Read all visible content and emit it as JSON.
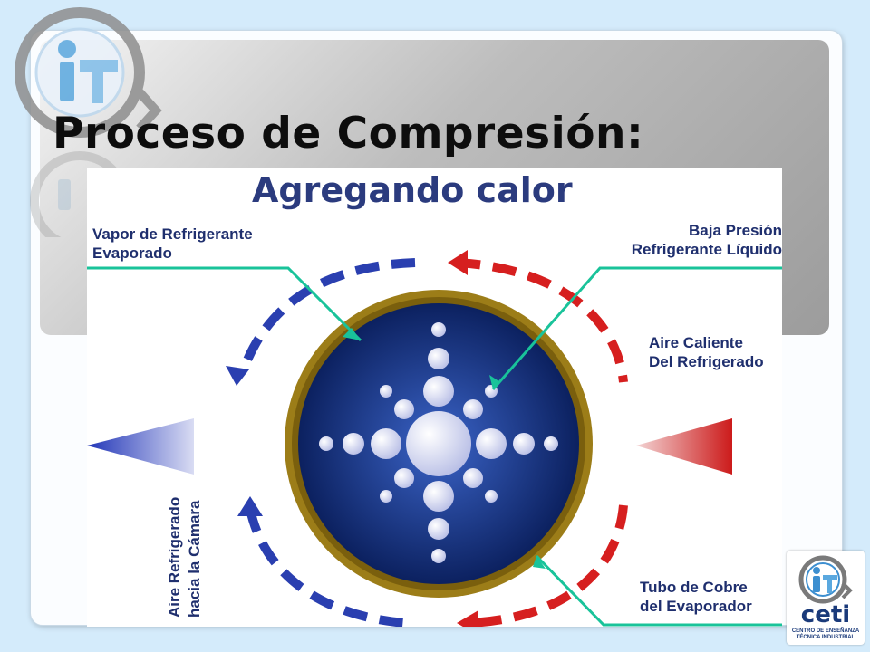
{
  "slide": {
    "title": "Proceso de Compresión:"
  },
  "diagram": {
    "heading": "Agregando calor",
    "labels": {
      "vapor_line1": "Vapor de Refrigerante",
      "vapor_line2": "Evaporado",
      "baja_line1": "Baja Presión",
      "baja_line2": "Refrigerante Líquido",
      "aire_caliente_line1": "Aire Caliente",
      "aire_caliente_line2": "Del Refrigerado",
      "tubo_line1": "Tubo de Cobre",
      "tubo_line2": "del Evaporador",
      "aire_refrigerado_line1": "Aire Refrigerado",
      "aire_refrigerado_line2": "hacia la Cámara"
    },
    "colors": {
      "cold": "#2a3fb0",
      "hot": "#d61f1f",
      "leader": "#19c39a",
      "tube_ring": "#8a6d12",
      "core": "#0f2a78"
    }
  },
  "logos": {
    "bottom_name": "ceti",
    "bottom_sub_line1": "CENTRO DE ENSEÑANZA",
    "bottom_sub_line2": "TÉCNICA INDUSTRIAL"
  }
}
